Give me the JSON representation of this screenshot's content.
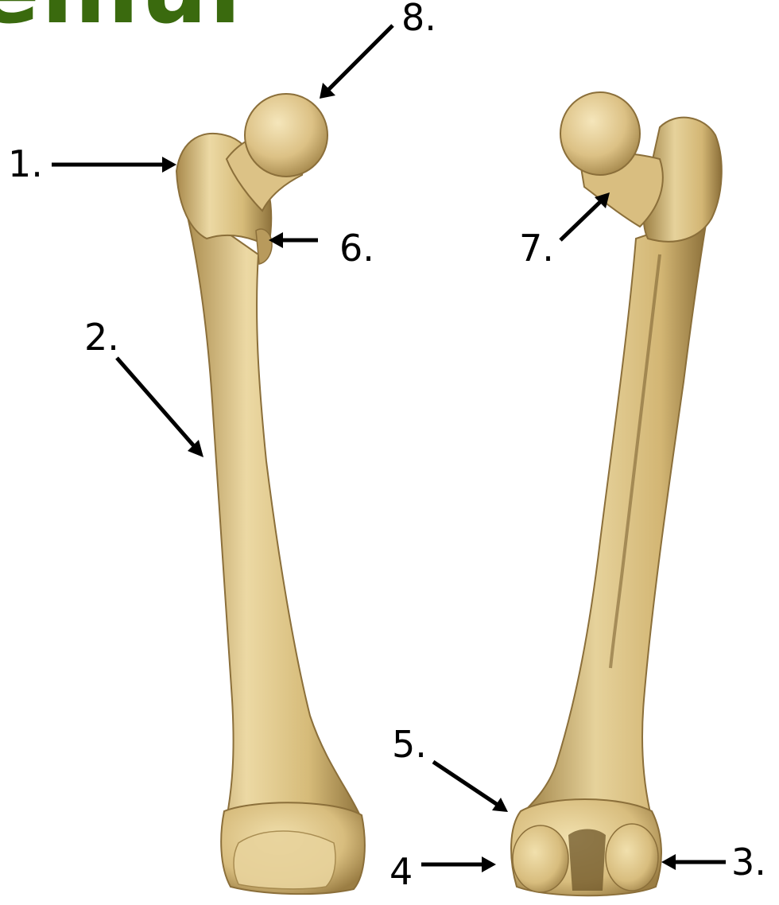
{
  "title": {
    "text": "emur",
    "color": "#3a6a0e"
  },
  "colors": {
    "bone_light": "#ecd9a4",
    "bone_mid": "#d6bb79",
    "bone_dark": "#a98a4c",
    "bone_shadow": "#7e6434",
    "arrow": "#000000"
  },
  "labels": {
    "l1": "1.",
    "l2": "2.",
    "l3": "3.",
    "l4": "4",
    "l5": "5.",
    "l6": "6.",
    "l7": "7.",
    "l8": "8."
  }
}
